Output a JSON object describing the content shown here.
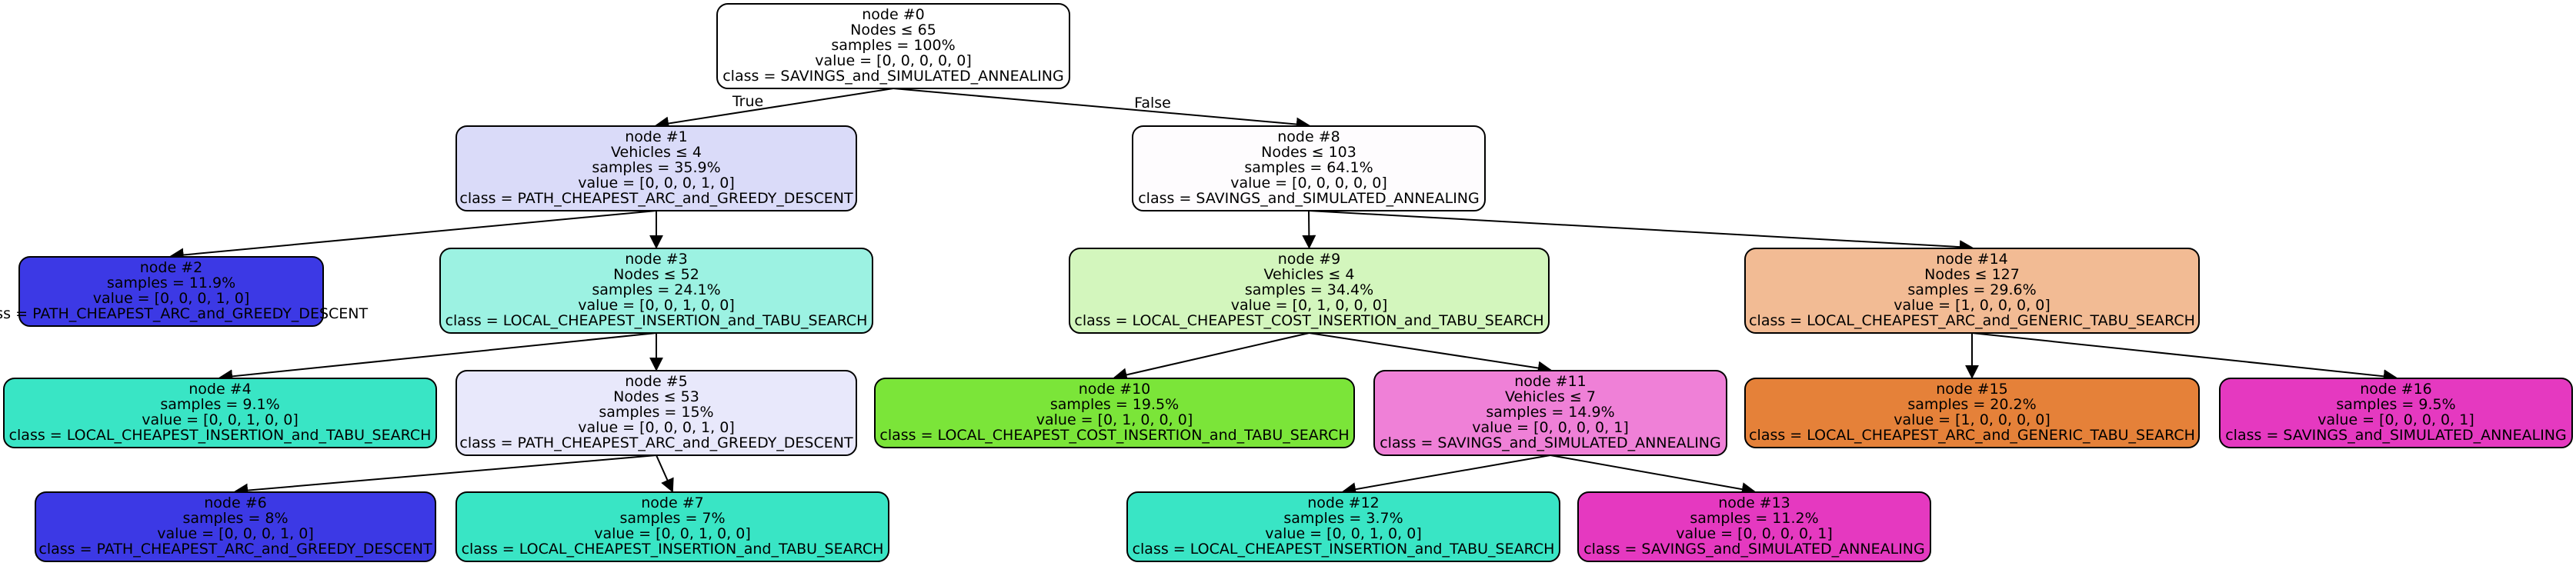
{
  "nodes": [
    {
      "id": 0,
      "color": "#ffffff",
      "lines": [
        "node #0",
        "Nodes ≤ 65",
        "samples = 100%",
        "value = [0, 0, 0, 0, 0]",
        "class = SAVINGS_and_SIMULATED_ANNEALING"
      ]
    },
    {
      "id": 1,
      "color": "#dadbf9",
      "lines": [
        "node #1",
        "Vehicles ≤ 4",
        "samples = 35.9%",
        "value = [0, 0, 0, 1, 0]",
        "class = PATH_CHEAPEST_ARC_and_GREEDY_DESCENT"
      ]
    },
    {
      "id": 2,
      "color": "#3c39e5",
      "lines": [
        "node #2",
        "samples = 11.9%",
        "value = [0, 0, 0, 1, 0]",
        "class = PATH_CHEAPEST_ARC_and_GREEDY_DESCENT"
      ]
    },
    {
      "id": 3,
      "color": "#9cf2e2",
      "lines": [
        "node #3",
        "Nodes ≤ 52",
        "samples = 24.1%",
        "value = [0, 0, 1, 0, 0]",
        "class = LOCAL_CHEAPEST_INSERTION_and_TABU_SEARCH"
      ]
    },
    {
      "id": 4,
      "color": "#39e5c5",
      "lines": [
        "node #4",
        "samples = 9.1%",
        "value = [0, 0, 1, 0, 0]",
        "class = LOCAL_CHEAPEST_INSERTION_and_TABU_SEARCH"
      ]
    },
    {
      "id": 5,
      "color": "#e8e8fb",
      "lines": [
        "node #5",
        "Nodes ≤ 53",
        "samples = 15%",
        "value = [0, 0, 0, 1, 0]",
        "class = PATH_CHEAPEST_ARC_and_GREEDY_DESCENT"
      ]
    },
    {
      "id": 6,
      "color": "#3c39e5",
      "lines": [
        "node #6",
        "samples = 8%",
        "value = [0, 0, 0, 1, 0]",
        "class = PATH_CHEAPEST_ARC_and_GREEDY_DESCENT"
      ]
    },
    {
      "id": 7,
      "color": "#39e5c5",
      "lines": [
        "node #7",
        "samples = 7%",
        "value = [0, 0, 1, 0, 0]",
        "class = LOCAL_CHEAPEST_INSERTION_and_TABU_SEARCH"
      ]
    },
    {
      "id": 8,
      "color": "#fefcfe",
      "lines": [
        "node #8",
        "Nodes ≤ 103",
        "samples = 64.1%",
        "value = [0, 0, 0, 0, 0]",
        "class = SAVINGS_and_SIMULATED_ANNEALING"
      ]
    },
    {
      "id": 9,
      "color": "#d3f6bd",
      "lines": [
        "node #9",
        "Vehicles ≤ 4",
        "samples = 34.4%",
        "value = [0, 1, 0, 0, 0]",
        "class = LOCAL_CHEAPEST_COST_INSERTION_and_TABU_SEARCH"
      ]
    },
    {
      "id": 10,
      "color": "#7be539",
      "lines": [
        "node #10",
        "samples = 19.5%",
        "value = [0, 1, 0, 0, 0]",
        "class = LOCAL_CHEAPEST_COST_INSERTION_and_TABU_SEARCH"
      ]
    },
    {
      "id": 11,
      "color": "#ef80d7",
      "lines": [
        "node #11",
        "Vehicles ≤ 7",
        "samples = 14.9%",
        "value = [0, 0, 0, 0, 1]",
        "class = SAVINGS_and_SIMULATED_ANNEALING"
      ]
    },
    {
      "id": 12,
      "color": "#39e5c5",
      "lines": [
        "node #12",
        "samples = 3.7%",
        "value = [0, 0, 1, 0, 0]",
        "class = LOCAL_CHEAPEST_INSERTION_and_TABU_SEARCH"
      ]
    },
    {
      "id": 13,
      "color": "#e539c0",
      "lines": [
        "node #13",
        "samples = 11.2%",
        "value = [0, 0, 0, 0, 1]",
        "class = SAVINGS_and_SIMULATED_ANNEALING"
      ]
    },
    {
      "id": 14,
      "color": "#f2bb94",
      "lines": [
        "node #14",
        "Nodes ≤ 127",
        "samples = 29.6%",
        "value = [1, 0, 0, 0, 0]",
        "class = LOCAL_CHEAPEST_ARC_and_GENERIC_TABU_SEARCH"
      ]
    },
    {
      "id": 15,
      "color": "#e58139",
      "lines": [
        "node #15",
        "samples = 20.2%",
        "value = [1, 0, 0, 0, 0]",
        "class = LOCAL_CHEAPEST_ARC_and_GENERIC_TABU_SEARCH"
      ]
    },
    {
      "id": 16,
      "color": "#e539c0",
      "lines": [
        "node #16",
        "samples = 9.5%",
        "value = [0, 0, 0, 0, 1]",
        "class = SAVINGS_and_SIMULATED_ANNEALING"
      ]
    }
  ],
  "edges": [
    {
      "from": 0,
      "to": 1,
      "label": "True"
    },
    {
      "from": 0,
      "to": 8,
      "label": "False"
    },
    {
      "from": 1,
      "to": 2,
      "label": ""
    },
    {
      "from": 1,
      "to": 3,
      "label": ""
    },
    {
      "from": 3,
      "to": 4,
      "label": ""
    },
    {
      "from": 3,
      "to": 5,
      "label": ""
    },
    {
      "from": 5,
      "to": 6,
      "label": ""
    },
    {
      "from": 5,
      "to": 7,
      "label": ""
    },
    {
      "from": 8,
      "to": 9,
      "label": ""
    },
    {
      "from": 8,
      "to": 14,
      "label": ""
    },
    {
      "from": 9,
      "to": 10,
      "label": ""
    },
    {
      "from": 9,
      "to": 11,
      "label": ""
    },
    {
      "from": 11,
      "to": 12,
      "label": ""
    },
    {
      "from": 11,
      "to": 13,
      "label": ""
    },
    {
      "from": 14,
      "to": 15,
      "label": ""
    },
    {
      "from": 14,
      "to": 16,
      "label": ""
    }
  ]
}
